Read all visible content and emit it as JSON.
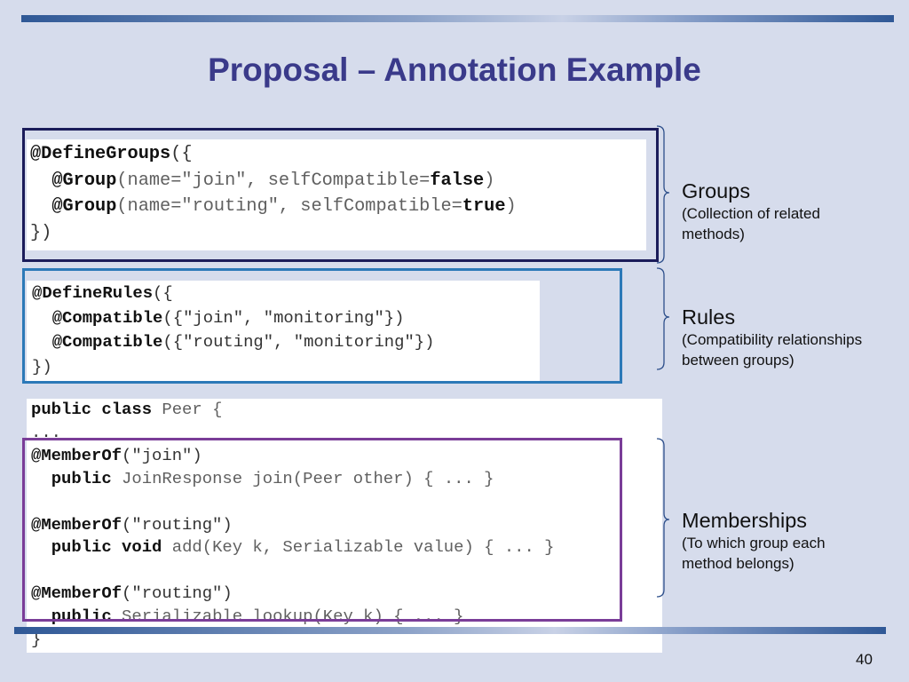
{
  "slide": {
    "title": "Proposal – Annotation Example",
    "page_number": "40"
  },
  "groups_code": {
    "l1_kw": "@DefineGroups",
    "l1_rest": "({",
    "l2_indent": "  ",
    "l2_kw": "@Group",
    "l2_rest": "(name=\"join\", selfCompatible=",
    "l2_val": "false",
    "l2_end": ")",
    "l3_indent": "  ",
    "l3_kw": "@Group",
    "l3_rest": "(name=\"routing\", selfCompatible=",
    "l3_val": "true",
    "l3_end": ")",
    "l4": "})"
  },
  "rules_code": {
    "l1_kw": "@DefineRules",
    "l1_rest": "({",
    "l2_indent": "  ",
    "l2_kw": "@Compatible",
    "l2_rest": "({\"join\", \"monitoring\"})",
    "l3_indent": "  ",
    "l3_kw": "@Compatible",
    "l3_rest": "({\"routing\", \"monitoring\"})",
    "l4": "})"
  },
  "peer_code": {
    "l1_kw": "public class",
    "l1_rest": " Peer {",
    "l2": "...",
    "l3_kw": "@MemberOf",
    "l3_rest": "(\"join\")",
    "l4_indent": "  ",
    "l4_kw": "public",
    "l4_rest": " JoinResponse join(Peer other) { ... }",
    "l6_kw": "@MemberOf",
    "l6_rest": "(\"routing\")",
    "l7_indent": "  ",
    "l7_kw": "public void",
    "l7_rest": " add(Key k, Serializable value) { ... }",
    "l9_kw": "@MemberOf",
    "l9_rest": "(\"routing\")",
    "l10_indent": "  ",
    "l10_kw": "public",
    "l10_rest": " Serializable lookup(Key k) { ... }",
    "l11": "}"
  },
  "labels": {
    "groups": {
      "head": "Groups",
      "sub1": "(Collection of related",
      "sub2": "methods)"
    },
    "rules": {
      "head": "Rules",
      "sub1": "(Compatibility relationships",
      "sub2": "between groups)"
    },
    "memberships": {
      "head": "Memberships",
      "sub1": "(To which group each",
      "sub2": "method belongs)"
    }
  },
  "colors": {
    "background": "#d6dcec",
    "title": "#3a3a8a",
    "groups_frame": "#1b1c5a",
    "rules_frame": "#2c79b8",
    "members_frame": "#7a3d98"
  }
}
